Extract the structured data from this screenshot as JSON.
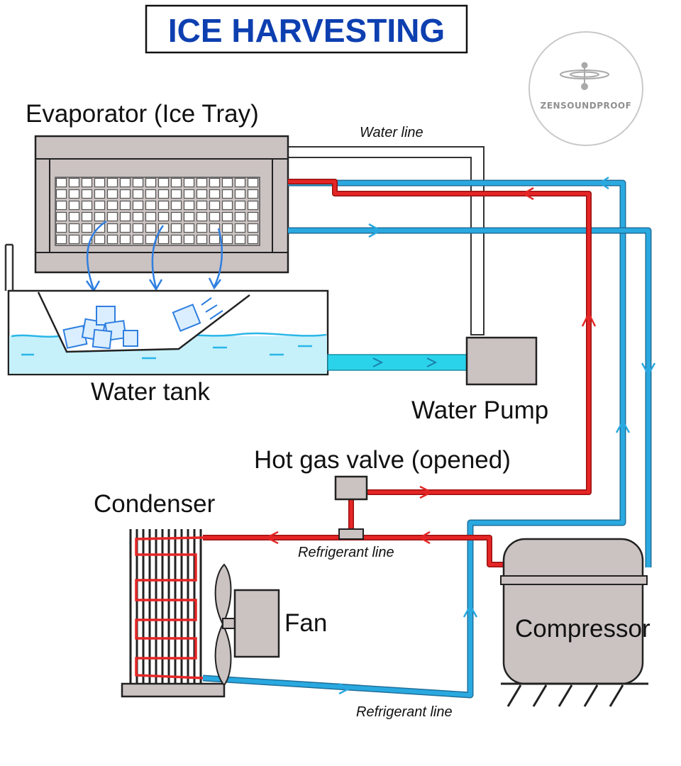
{
  "title": "ICE HARVESTING",
  "logo": {
    "text": "ZENSOUNDPROOF"
  },
  "labels": {
    "evaporator": "Evaporator (Ice Tray)",
    "water_tank": "Water tank",
    "water_pump": "Water Pump",
    "hot_gas_valve": "Hot gas valve (opened)",
    "condenser": "Condenser",
    "fan": "Fan",
    "compressor": "Compressor",
    "water_line": "Water line",
    "refrigerant_line_top": "Refrigerant line",
    "refrigerant_line_bottom": "Refrigerant line"
  },
  "colors": {
    "title": "#0d3fb0",
    "hot_line": "#e52626",
    "cold_line": "#29a9e0",
    "water": "#9fe6f5",
    "water_flow": "#2ad3ea",
    "component": "#cbc2c2",
    "ice": "#2f7fe0"
  },
  "icons": [
    "ice-cube-icon",
    "fan-blade-icon",
    "flow-arrow-icon",
    "zensoundproof-logo-icon"
  ]
}
